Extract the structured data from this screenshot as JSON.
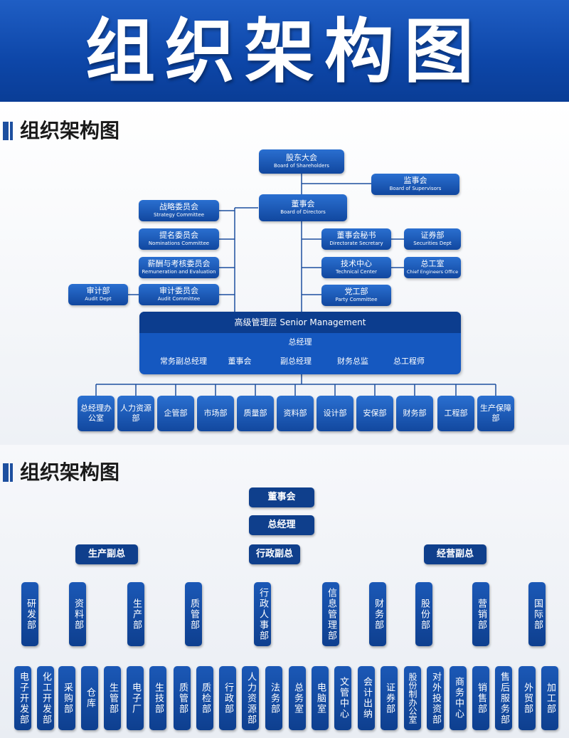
{
  "banner": {
    "title": "组织架构图"
  },
  "chart1": {
    "heading": "组织架构图",
    "shareholders": {
      "cn": "股东大会",
      "en": "Board of Shareholders"
    },
    "supervisors": {
      "cn": "监事会",
      "en": "Board of Supervisors"
    },
    "directors": {
      "cn": "董事会",
      "en": "Board of Directors"
    },
    "committees": [
      {
        "cn": "战略委员会",
        "en": "Strategy Committee"
      },
      {
        "cn": "提名委员会",
        "en": "Nominations Committee"
      },
      {
        "cn": "薪酬与考核委员会",
        "en": "Remuneration and Evaluation"
      },
      {
        "cn": "审计委员会",
        "en": "Audit Committee"
      }
    ],
    "audit_dept": {
      "cn": "审计部",
      "en": "Audit Dept"
    },
    "right_units": [
      {
        "cn": "董事会秘书",
        "en": "Directorate Secretary"
      },
      {
        "cn": "技术中心",
        "en": "Technical Center"
      },
      {
        "cn": "党工部",
        "en": "Party Committee"
      }
    ],
    "right_sub_units": [
      {
        "cn": "证券部",
        "en": "Securities Dept"
      },
      {
        "cn": "总工室",
        "en": "Chief Engineers Office"
      }
    ],
    "senior_management": {
      "title": "高级管理层 Senior Management",
      "gm": "总经理",
      "items": [
        "常务副总经理",
        "董事会",
        "副总经理",
        "财务总监",
        "总工程师"
      ]
    },
    "departments": [
      "总经理办公室",
      "人力资源部",
      "企管部",
      "市场部",
      "质量部",
      "资料部",
      "设计部",
      "安保部",
      "财务部",
      "工程部",
      "生产保障部"
    ]
  },
  "chart2": {
    "heading": "组织架构图",
    "board": "董事会",
    "gm": "总经理",
    "vps": [
      {
        "label": "生产副总",
        "depts": [
          {
            "label": "研发部",
            "units": [
              "电子开发部",
              "化工开发部"
            ]
          },
          {
            "label": "资料部",
            "units": [
              "采购部",
              "仓库"
            ]
          },
          {
            "label": "生产部",
            "units": [
              "生管部",
              "电子厂",
              "生技部"
            ]
          },
          {
            "label": "质管部",
            "units": [
              "质管部",
              "质检部"
            ]
          }
        ]
      },
      {
        "label": "行政副总",
        "depts": [
          {
            "label": "行政人事部",
            "units": [
              "行政部",
              "人力资源部",
              "法务部",
              "总务室"
            ]
          },
          {
            "label": "信息管理部",
            "units": [
              "电脑室",
              "文管中心"
            ]
          }
        ]
      },
      {
        "label": "经营副总",
        "depts": [
          {
            "label": "财务部",
            "units": [
              "会计出纳",
              "证券部"
            ]
          },
          {
            "label": "股份部",
            "units": [
              "股份制办公室",
              "对外投资部"
            ]
          },
          {
            "label": "营销部",
            "units": [
              "商务中心",
              "销售部",
              "售后服务部"
            ]
          },
          {
            "label": "国际部",
            "units": [
              "外贸部",
              "加工部"
            ]
          }
        ]
      }
    ]
  }
}
